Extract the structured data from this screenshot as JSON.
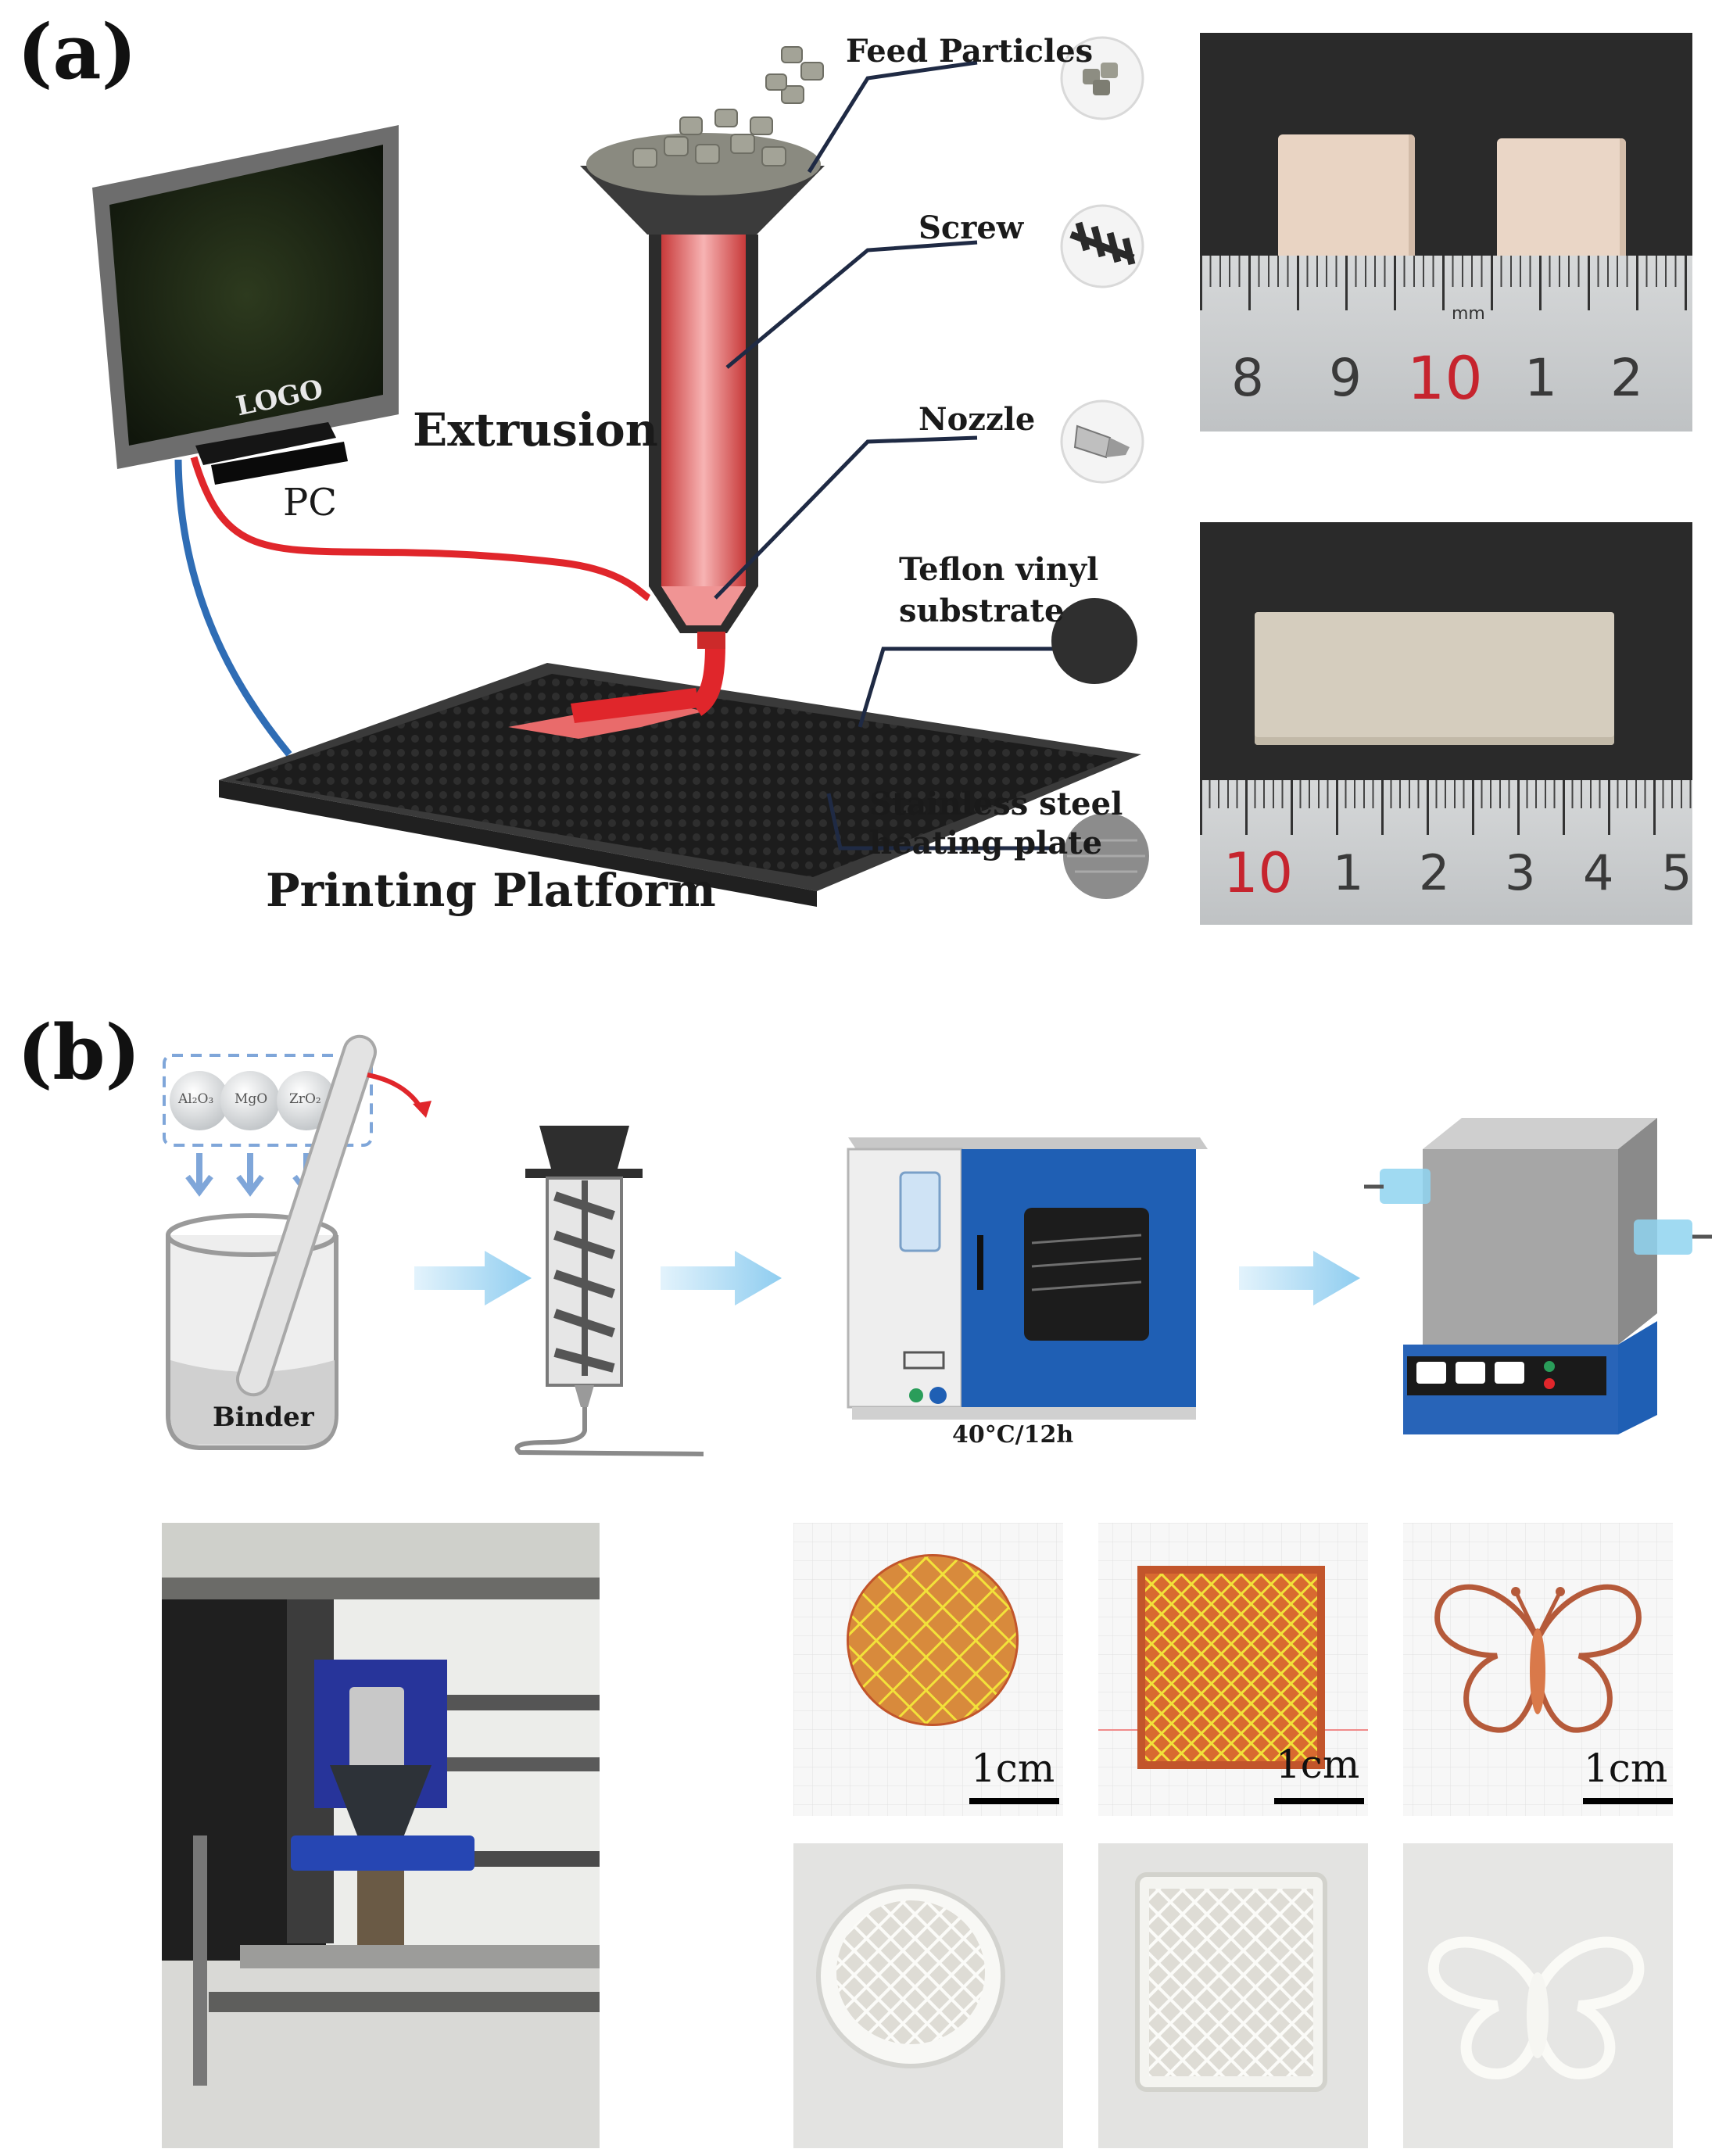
{
  "panel_a": {
    "label": "(a)",
    "feed_particles": "Feed Particles",
    "screw": "Screw",
    "nozzle": "Nozzle",
    "extrusion": "Extrusion",
    "pc": "PC",
    "logo": "LOGO",
    "teflon_line1": "Teflon vinyl",
    "teflon_line2": "substrate",
    "steel_line1": "Stainless steel",
    "steel_line2": "heating plate",
    "printing_platform": "Printing Platform",
    "ruler_top_numbers": [
      "8",
      "9",
      "10",
      "1",
      "2"
    ],
    "ruler_bottom_numbers": [
      "10",
      "1",
      "2",
      "3",
      "4",
      "5"
    ],
    "ruler_unit": "mm"
  },
  "panel_b": {
    "label": "(b)",
    "powders": [
      "Al₂O₃",
      "MgO",
      "ZrO₂"
    ],
    "binder": "Binder",
    "drying": "40°C/12h",
    "scale_labels": [
      "1cm",
      "1cm",
      "1cm"
    ]
  },
  "colors": {
    "extrusion_red": "#e0262b",
    "cable_blue": "#2f6db5",
    "oven_blue": "#1f5fb4",
    "arrow_blue": "#9fd3f2",
    "infill_yellow": "#f2e23a",
    "print_orange": "#e3793a"
  }
}
